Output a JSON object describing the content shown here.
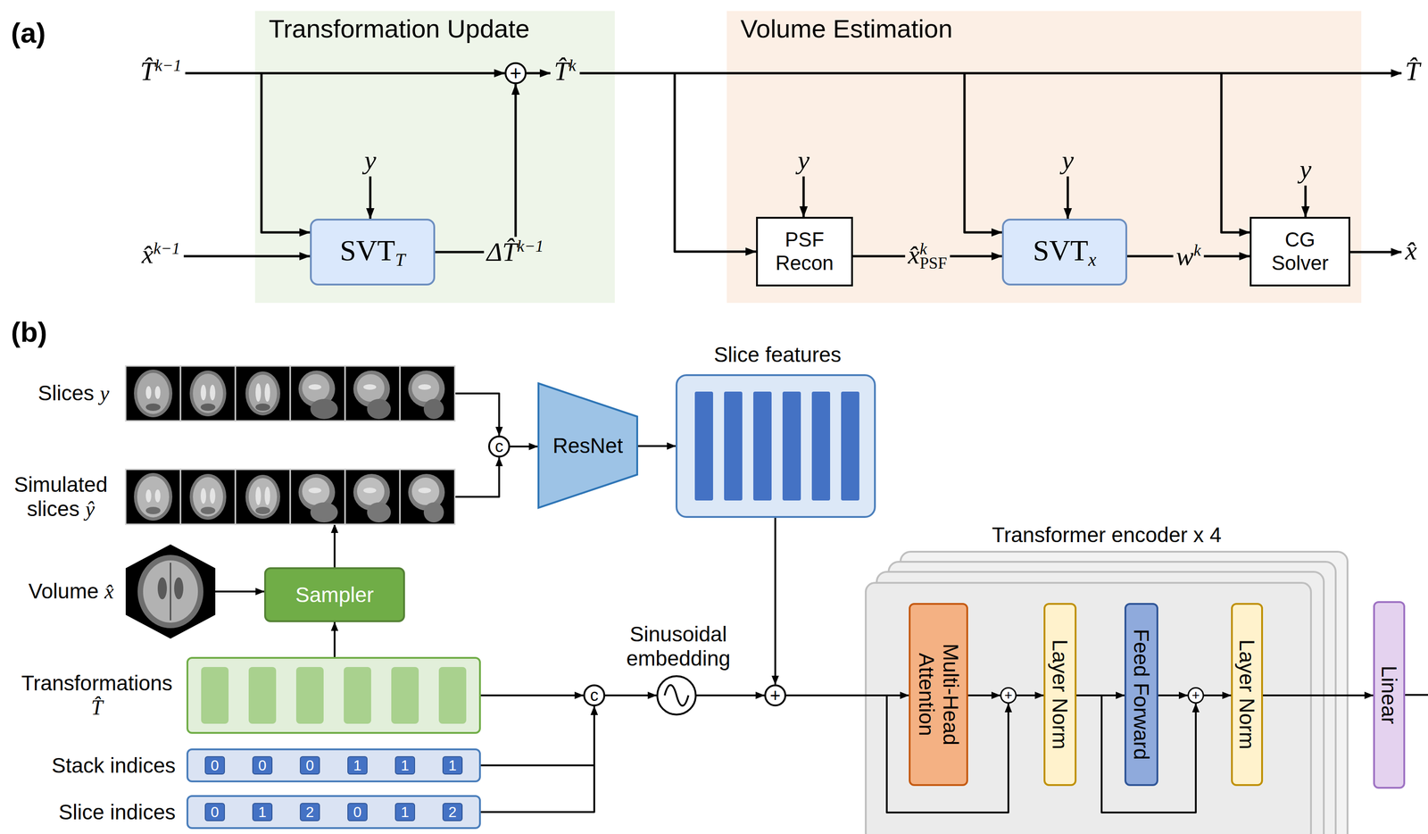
{
  "diagram": {
    "nodes": [
      {
        "text": [
          "Transformation Update"
        ]
      },
      {
        "text": [
          "SVTT"
        ],
        "in": 0
      },
      {
        "text": [
          "+"
        ],
        "in": 0
      },
      {
        "text": [
          "Volume Estimation"
        ]
      },
      {
        "text": [
          "PSF Recon"
        ],
        "in": 3
      },
      {
        "text": [
          "SVTx"
        ],
        "in": 3
      },
      {
        "text": [
          "CG Solver"
        ],
        "in": 3
      },
      {
        "text": [
          "Slices y"
        ]
      },
      {
        "text": [
          "Simulated slices ŷ"
        ]
      },
      {
        "text": [
          "c"
        ]
      },
      {
        "text": [
          "ResNet"
        ]
      },
      {
        "text": [
          "Slice features"
        ]
      },
      {
        "text": [
          "Volume x̂"
        ]
      },
      {
        "text": [
          "Sampler"
        ]
      },
      {
        "text": [
          "Transformations T̂"
        ]
      },
      {
        "text": [
          "Stack indices"
        ]
      },
      {
        "text": [
          "0"
        ],
        "in": 15
      },
      {
        "text": [
          "0"
        ],
        "in": 15
      },
      {
        "text": [
          "0"
        ],
        "in": 15
      },
      {
        "text": [
          "1"
        ],
        "in": 15
      },
      {
        "text": [
          "1"
        ],
        "in": 15
      },
      {
        "text": [
          "1"
        ],
        "in": 15
      },
      {
        "text": [
          "Slice indices"
        ]
      },
      {
        "text": [
          "0"
        ],
        "in": 22
      },
      {
        "text": [
          "1"
        ],
        "in": 22
      },
      {
        "text": [
          "2"
        ],
        "in": 22
      },
      {
        "text": [
          "0"
        ],
        "in": 22
      },
      {
        "text": [
          "1"
        ],
        "in": 22
      },
      {
        "text": [
          "2"
        ],
        "in": 22
      },
      {
        "text": [
          "c"
        ]
      },
      {
        "text": [
          "Sinusoidal embedding"
        ]
      },
      {
        "text": [
          "+"
        ]
      },
      {
        "text": [
          "Transformer encoder x 4"
        ]
      },
      {
        "text": [
          "Multi-Head Attention"
        ],
        "in": 32
      },
      {
        "text": [
          "+"
        ],
        "in": 32
      },
      {
        "text": [
          "Layer Norm"
        ],
        "in": 32
      },
      {
        "text": [
          "Feed Forward"
        ],
        "in": 32
      },
      {
        "text": [
          "+"
        ],
        "in": 32
      },
      {
        "text": [
          "Layer Norm"
        ],
        "in": 32
      },
      {
        "text": [
          "Linear"
        ]
      }
    ],
    "edges": [
      {
        "from": 1,
        "to": 2,
        "arrow": "to",
        "label": "ΔT̂k−1"
      },
      {
        "from": 4,
        "to": 5,
        "arrow": "to",
        "label": "x̂kPSF"
      },
      {
        "from": 5,
        "to": 6,
        "arrow": "to",
        "label": "wk"
      },
      {
        "from": 7,
        "to": 9,
        "arrow": "to"
      },
      {
        "from": 8,
        "to": 9,
        "arrow": "to"
      },
      {
        "from": 9,
        "to": 10,
        "arrow": "to"
      },
      {
        "from": 10,
        "to": 11,
        "arrow": "to"
      },
      {
        "from": 12,
        "to": 13,
        "arrow": "to"
      },
      {
        "from": 14,
        "to": 13,
        "arrow": "to"
      },
      {
        "from": 13,
        "to": 8,
        "arrow": "to"
      },
      {
        "from": 14,
        "to": 29,
        "arrow": "to"
      },
      {
        "from": 15,
        "to": 29,
        "arrow": "to"
      },
      {
        "from": 22,
        "to": 29,
        "arrow": "to"
      },
      {
        "from": 29,
        "to": 30,
        "arrow": "to"
      },
      {
        "from": 30,
        "to": 31,
        "arrow": "to"
      },
      {
        "from": 11,
        "to": 31,
        "arrow": "to"
      },
      {
        "from": 31,
        "to": 33,
        "arrow": "to"
      },
      {
        "from": 31,
        "to": 34,
        "arrow": "to"
      },
      {
        "from": 33,
        "to": 34,
        "arrow": "to"
      },
      {
        "from": 34,
        "to": 35,
        "arrow": "to"
      },
      {
        "from": 35,
        "to": 36,
        "arrow": "to"
      },
      {
        "from": 35,
        "to": 37,
        "arrow": "to"
      },
      {
        "from": 36,
        "to": 37,
        "arrow": "to"
      },
      {
        "from": 37,
        "to": 38,
        "arrow": "to"
      },
      {
        "from": 38,
        "to": 39,
        "arrow": "to"
      }
    ],
    "labels": [
      "(a)",
      "T̂k−1",
      "x̂k−1",
      "y",
      "T̂k",
      "T̂",
      "y",
      "y",
      "y",
      "x̂",
      "(b)"
    ]
  }
}
